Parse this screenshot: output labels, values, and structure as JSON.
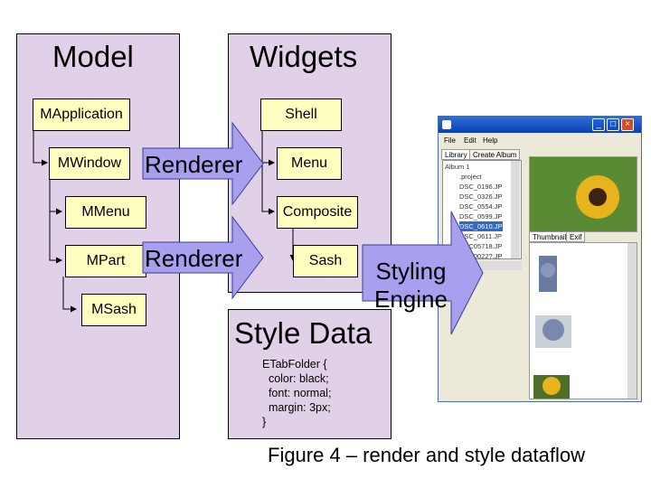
{
  "model": {
    "title": "Model",
    "nodes": [
      "MApplication",
      "MWindow",
      "MMenu",
      "MPart",
      "MSash"
    ]
  },
  "widgets": {
    "title": "Widgets",
    "nodes": [
      "Shell",
      "Menu",
      "Composite",
      "Sash"
    ]
  },
  "style_data": {
    "title": "Style Data",
    "code": "ETabFolder {\n  color: black;\n  font: normal;\n  margin: 3px;\n}"
  },
  "arrows": {
    "renderer_top": "Renderer",
    "renderer_bottom": "Renderer",
    "styling_engine": "Styling\nEngine"
  },
  "app": {
    "menus": [
      "File",
      "Edit",
      "Help"
    ],
    "tabs": [
      "Library",
      "Create Album"
    ],
    "tree_items": [
      "Album 1",
      ".project",
      "DSC_0196.JP",
      "DSC_0326.JP",
      "DSC_0554.JP",
      "DSC_0599.JP",
      "DSC_0610.JP",
      "DSC_0611.JP",
      "DSC05718.JP",
      "DSC0022?.JP"
    ],
    "selected_item": "DSC_0610.JP",
    "thumb_tabs": [
      "Thumbnails",
      "Exif"
    ]
  },
  "caption": "Figure 4 – render and style dataflow",
  "colors": {
    "panel": "#e0d0e8",
    "node": "#ffffc0",
    "arrow": "#a8a0ee"
  }
}
